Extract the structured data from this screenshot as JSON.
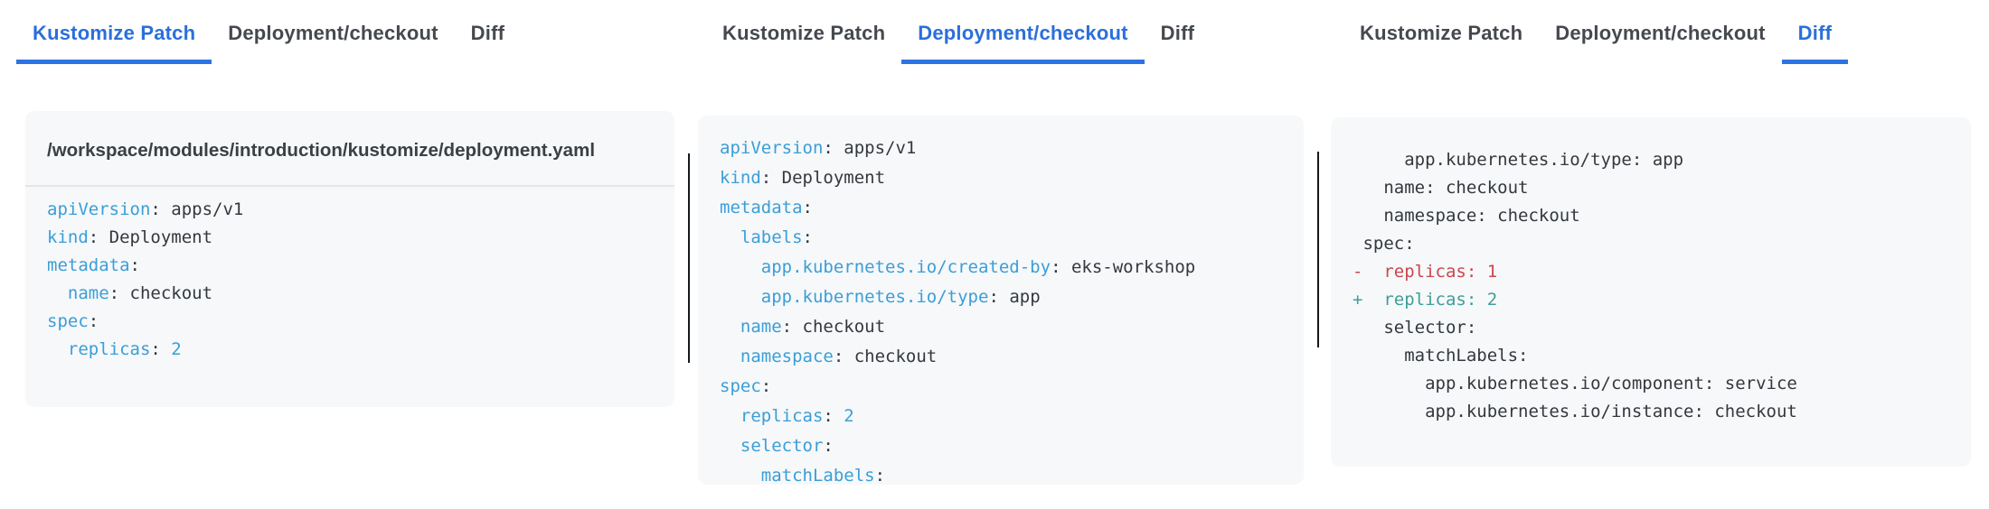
{
  "colors": {
    "accent_blue": "#2b6fdb",
    "tab_inactive_text": "#45494f",
    "code_card_bg": "#f6f8fa",
    "yaml_key_blue": "#3b9ed7",
    "code_text": "#34383d",
    "diff_removed_red": "#c9484e",
    "diff_added_teal": "#3f9e99",
    "filehead_divider": "#e3e6ea"
  },
  "panels": [
    {
      "name": "kustomize-patch-view",
      "tabs": [
        {
          "label": "Kustomize Patch",
          "active": true
        },
        {
          "label": "Deployment/checkout",
          "active": false
        },
        {
          "label": "Diff",
          "active": false
        }
      ],
      "file_path": "/workspace/modules/introduction/kustomize/deployment.yaml",
      "code": [
        {
          "segs": [
            {
              "c": "key",
              "t": "apiVersion"
            },
            {
              "c": "txt",
              "t": ": apps/v1"
            }
          ]
        },
        {
          "segs": [
            {
              "c": "key",
              "t": "kind"
            },
            {
              "c": "txt",
              "t": ": Deployment"
            }
          ]
        },
        {
          "segs": [
            {
              "c": "key",
              "t": "metadata"
            },
            {
              "c": "txt",
              "t": ":"
            }
          ]
        },
        {
          "segs": [
            {
              "c": "txt",
              "t": "  "
            },
            {
              "c": "key",
              "t": "name"
            },
            {
              "c": "txt",
              "t": ": checkout"
            }
          ]
        },
        {
          "segs": [
            {
              "c": "key",
              "t": "spec"
            },
            {
              "c": "txt",
              "t": ":"
            }
          ]
        },
        {
          "segs": [
            {
              "c": "txt",
              "t": "  "
            },
            {
              "c": "key",
              "t": "replicas"
            },
            {
              "c": "txt",
              "t": ": "
            },
            {
              "c": "num",
              "t": "2"
            }
          ]
        }
      ]
    },
    {
      "name": "deployment-checkout-view",
      "tabs": [
        {
          "label": "Kustomize Patch",
          "active": false
        },
        {
          "label": "Deployment/checkout",
          "active": true
        },
        {
          "label": "Diff",
          "active": false
        }
      ],
      "file_path": null,
      "code": [
        {
          "segs": [
            {
              "c": "key",
              "t": "apiVersion"
            },
            {
              "c": "txt",
              "t": ": apps/v1"
            }
          ]
        },
        {
          "segs": [
            {
              "c": "key",
              "t": "kind"
            },
            {
              "c": "txt",
              "t": ": Deployment"
            }
          ]
        },
        {
          "segs": [
            {
              "c": "key",
              "t": "metadata"
            },
            {
              "c": "txt",
              "t": ":"
            }
          ]
        },
        {
          "segs": [
            {
              "c": "txt",
              "t": "  "
            },
            {
              "c": "key",
              "t": "labels"
            },
            {
              "c": "txt",
              "t": ":"
            }
          ]
        },
        {
          "segs": [
            {
              "c": "txt",
              "t": "    "
            },
            {
              "c": "key",
              "t": "app.kubernetes.io/created-by"
            },
            {
              "c": "txt",
              "t": ": eks-workshop"
            }
          ]
        },
        {
          "segs": [
            {
              "c": "txt",
              "t": "    "
            },
            {
              "c": "key",
              "t": "app.kubernetes.io/type"
            },
            {
              "c": "txt",
              "t": ": app"
            }
          ]
        },
        {
          "segs": [
            {
              "c": "txt",
              "t": "  "
            },
            {
              "c": "key",
              "t": "name"
            },
            {
              "c": "txt",
              "t": ": checkout"
            }
          ]
        },
        {
          "segs": [
            {
              "c": "txt",
              "t": "  "
            },
            {
              "c": "key",
              "t": "namespace"
            },
            {
              "c": "txt",
              "t": ": checkout"
            }
          ]
        },
        {
          "segs": [
            {
              "c": "key",
              "t": "spec"
            },
            {
              "c": "txt",
              "t": ":"
            }
          ]
        },
        {
          "segs": [
            {
              "c": "txt",
              "t": "  "
            },
            {
              "c": "key",
              "t": "replicas"
            },
            {
              "c": "txt",
              "t": ": "
            },
            {
              "c": "num",
              "t": "2"
            }
          ]
        },
        {
          "segs": [
            {
              "c": "txt",
              "t": "  "
            },
            {
              "c": "key",
              "t": "selector"
            },
            {
              "c": "txt",
              "t": ":"
            }
          ]
        },
        {
          "segs": [
            {
              "c": "txt",
              "t": "    "
            },
            {
              "c": "key",
              "t": "matchLabels"
            },
            {
              "c": "txt",
              "t": ":"
            }
          ]
        }
      ]
    },
    {
      "name": "diff-view",
      "tabs": [
        {
          "label": "Kustomize Patch",
          "active": false
        },
        {
          "label": "Deployment/checkout",
          "active": false
        },
        {
          "label": "Diff",
          "active": true
        }
      ],
      "file_path": null,
      "code": [
        {
          "segs": [
            {
              "c": "txt",
              "t": "     app.kubernetes.io/type: app"
            }
          ]
        },
        {
          "segs": [
            {
              "c": "txt",
              "t": "   name: checkout"
            }
          ]
        },
        {
          "segs": [
            {
              "c": "txt",
              "t": "   namespace: checkout"
            }
          ]
        },
        {
          "segs": [
            {
              "c": "txt",
              "t": " spec:"
            }
          ]
        },
        {
          "cls": "removed",
          "segs": [
            {
              "c": "txt",
              "t": "-  replicas: 1"
            }
          ]
        },
        {
          "cls": "added",
          "segs": [
            {
              "c": "txt",
              "t": "+  replicas: 2"
            }
          ]
        },
        {
          "segs": [
            {
              "c": "txt",
              "t": "   selector:"
            }
          ]
        },
        {
          "segs": [
            {
              "c": "txt",
              "t": "     matchLabels:"
            }
          ]
        },
        {
          "segs": [
            {
              "c": "txt",
              "t": "       app.kubernetes.io/component: service"
            }
          ]
        },
        {
          "segs": [
            {
              "c": "txt",
              "t": "       app.kubernetes.io/instance: checkout"
            }
          ]
        }
      ]
    }
  ]
}
